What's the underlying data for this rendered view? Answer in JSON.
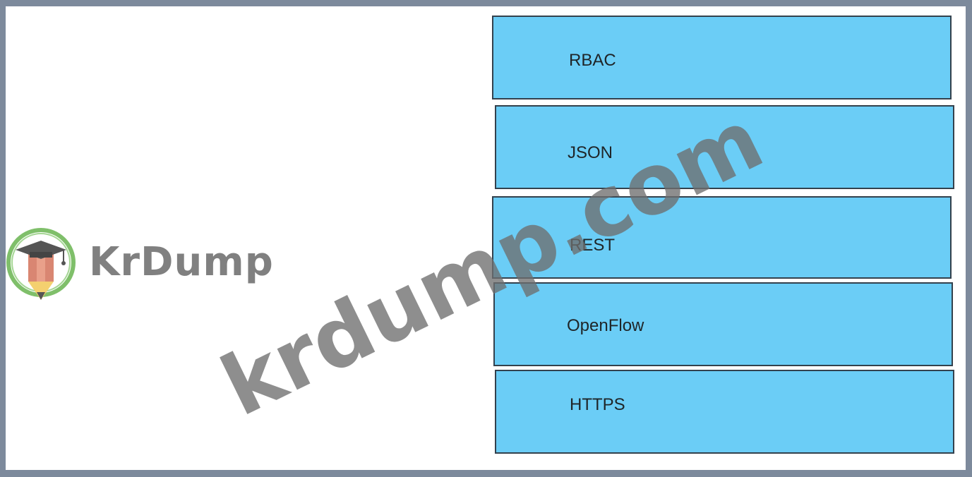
{
  "options": {
    "rbac": "RBAC",
    "json": "JSON",
    "rest": "REST",
    "openflow": "OpenFlow",
    "https": "HTTPS"
  },
  "logo": {
    "text": "KrDump"
  },
  "watermark": {
    "text": "krdump.com"
  },
  "colors": {
    "option_fill": "#6bcdf6",
    "option_border": "#33414d",
    "frame": "#7d8a9c",
    "logo_ring": "#7fbf6a",
    "watermark": "#6e6e6e"
  }
}
